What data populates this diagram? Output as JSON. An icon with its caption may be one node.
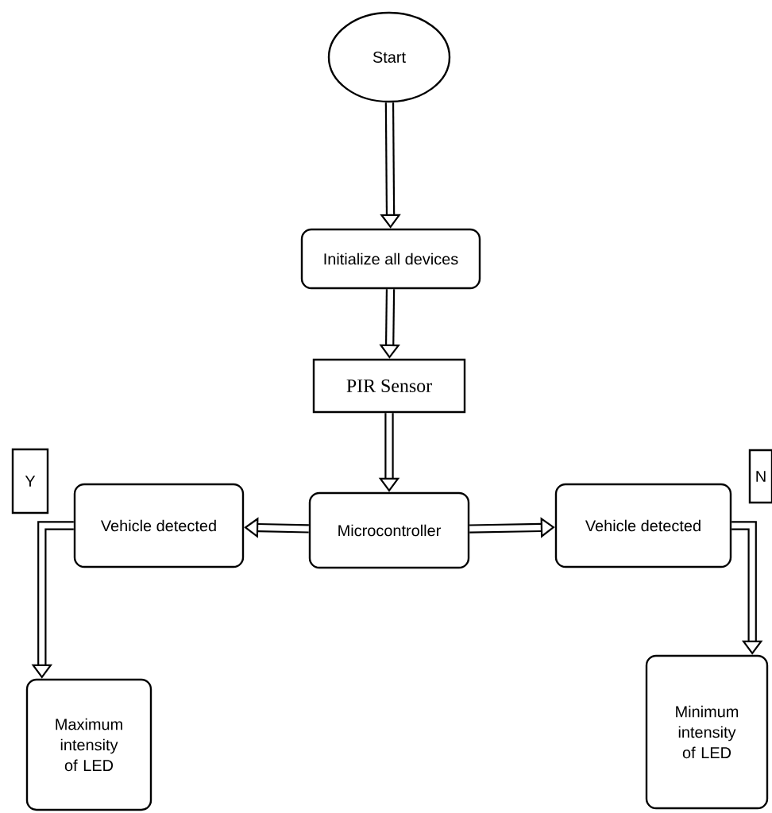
{
  "diagram": {
    "nodes": [
      {
        "text": [
          "Start"
        ]
      },
      {
        "text": [
          "Initialize all devices"
        ]
      },
      {
        "text": [
          "PIR Sensor"
        ]
      },
      {
        "text": [
          "Microcontroller"
        ]
      },
      {
        "text": [
          "Vehicle detected"
        ]
      },
      {
        "text": [
          "Vehicle detected"
        ]
      },
      {
        "text": [
          "Maximum intensity of LED"
        ]
      },
      {
        "text": [
          "Minimum intensity of LED"
        ]
      },
      {
        "text": [
          "Y"
        ]
      },
      {
        "text": [
          "N"
        ]
      }
    ],
    "edges": [
      {
        "from": 0,
        "to": 1,
        "arrow": "to"
      },
      {
        "from": 1,
        "to": 2,
        "arrow": "to"
      },
      {
        "from": 2,
        "to": 3,
        "arrow": "to"
      },
      {
        "from": 3,
        "to": 4,
        "arrow": "to"
      },
      {
        "from": 3,
        "to": 5,
        "arrow": "to"
      },
      {
        "from": 4,
        "to": 6,
        "arrow": "to"
      },
      {
        "from": 5,
        "to": 7,
        "arrow": "to"
      }
    ]
  }
}
